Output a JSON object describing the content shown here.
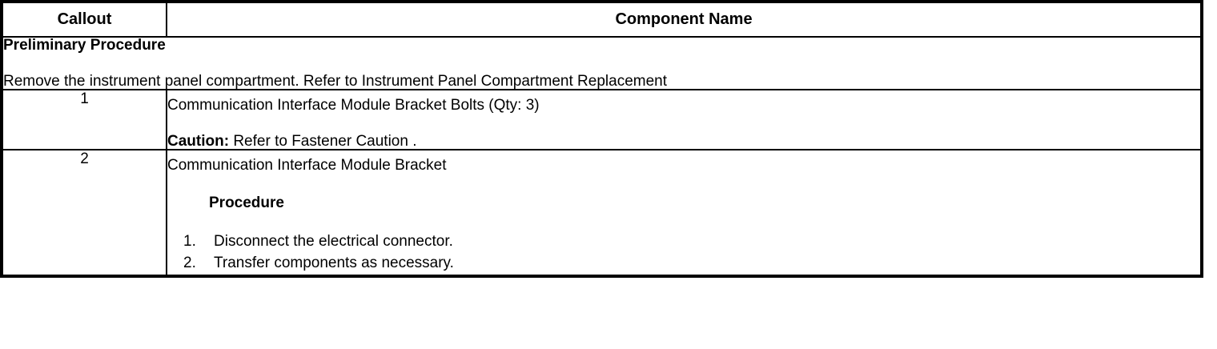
{
  "table": {
    "columns": [
      {
        "key": "callout",
        "label": "Callout"
      },
      {
        "key": "component_name",
        "label": "Component Name"
      }
    ],
    "preliminary": {
      "title": "Preliminary Procedure",
      "text": "Remove the instrument panel compartment. Refer to Instrument Panel Compartment Replacement"
    },
    "rows": [
      {
        "callout": "1",
        "primary": "Communication Interface Module Bracket Bolts (Qty: 3)",
        "note_label": "Caution:",
        "note_text": " Refer to Fastener Caution ."
      },
      {
        "callout": "2",
        "primary": "Communication Interface Module Bracket",
        "sub_heading": "Procedure",
        "steps": [
          "Disconnect the electrical connector.",
          "Transfer components as necessary."
        ]
      }
    ]
  },
  "colors": {
    "border": "#000000",
    "text": "#000000",
    "background": "#ffffff"
  }
}
